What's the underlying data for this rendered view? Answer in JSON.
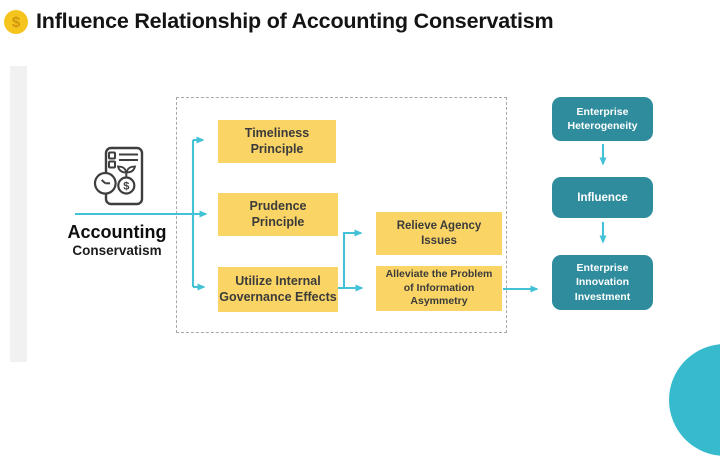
{
  "header": {
    "title": "Influence Relationship of Accounting Conservatism",
    "coin_symbol": "$"
  },
  "colors": {
    "accent_cyan": "#43C2D7",
    "box_yellow": "#FAD465",
    "box_teal": "#2F8C9D",
    "corner_circle_cyan": "#38BACD"
  },
  "diagram": {
    "source": {
      "title": "Accounting",
      "subtitle": "Conservatism",
      "icon": "accounting-document-icon"
    },
    "principle_boxes": [
      {
        "label": "Timeliness\nPrinciple"
      },
      {
        "label": "Prudence\nPrinciple"
      },
      {
        "label": "Utilize Internal\nGovernance Effects"
      }
    ],
    "effect_boxes": [
      {
        "label": "Relieve Agency\nIssues"
      },
      {
        "label": "Alleviate the Problem\nof Information\nAsymmetry"
      }
    ],
    "outcome_boxes": [
      {
        "label": "Enterprise\nHeterogeneity"
      },
      {
        "label": "Influence"
      },
      {
        "label": "Enterprise\nInnovation\nInvestment"
      }
    ]
  }
}
